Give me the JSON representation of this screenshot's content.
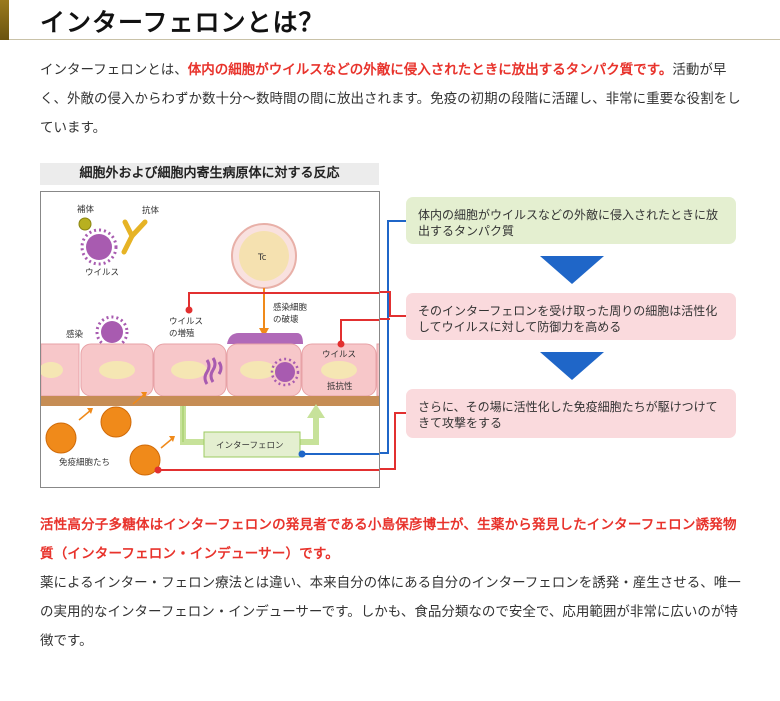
{
  "title": "インターフェロンとは？",
  "intro": {
    "lead": "インターフェロンとは、",
    "highlight": "体内の細胞がウイルスなどの外敵に侵入されたときに放出するタンパク質です。",
    "rest": "活動が早く、外敵の侵入からわずか数十分〜数時間の間に放出されます。免疫の初期の段階に活躍し、非常に重要な役割をしています。"
  },
  "figure": {
    "caption": "細胞外および細胞内寄生病原体に対する反応",
    "labels": {
      "complement": "補体",
      "antibody": "抗体",
      "virus": "ウイルス",
      "tc": "Tc",
      "infection": "感染",
      "virus_replication_1": "ウイルス",
      "virus_replication_2": "の増殖",
      "infected_cell_destroy_1": "感染細胞",
      "infected_cell_destroy_2": "の破壊",
      "virus_right": "ウイルス",
      "resistance": "抵抗性",
      "interferon": "インターフェロン",
      "immune_cells": "免疫細胞たち"
    },
    "colors": {
      "cell_wall": "#f7c7c9",
      "cell_nucleus": "#f5e6b3",
      "virus": "#a85bb0",
      "immune_cell": "#f08a1a",
      "complement": "#b8b020",
      "antibody": "#e6b325",
      "connector_red": "#e23030",
      "connector_blue": "#1f66c8",
      "basement": "#c68d55",
      "interferon_arrow": "#c7e29a"
    }
  },
  "steps": [
    "体内の細胞がウイルスなどの外敵に侵入されたときに放出するタンパク質",
    "そのインターフェロンを受け取った周りの細胞は活性化してウイルスに対して防御力を高める",
    "さらに、その場に活性化した免疫細胞たちが駆けつけてきて攻撃をする"
  ],
  "conclusion": {
    "highlight": "活性高分子多糖体はインターフェロンの発見者である小島保彦博士が、生薬から発見したインターフェロン誘発物質（インターフェロン・インデューサー）です。",
    "body": "薬によるインター・フェロン療法とは違い、本来自分の体にある自分のインターフェロンを誘発・産生させる、唯一の実用的なインターフェロン・インデューサーです。しかも、食品分類なので安全で、応用範囲が非常に広いのが特徴です。"
  }
}
